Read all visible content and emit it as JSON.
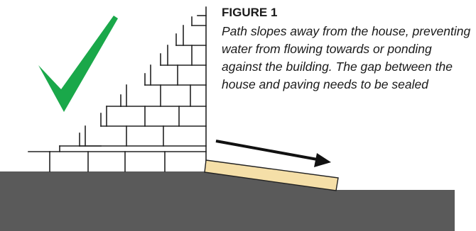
{
  "figure": {
    "title": "FIGURE 1",
    "caption": "Path slopes away from the house, preventing water from flowing towards or ponding against the building. The gap between the house and paving needs to be sealed"
  },
  "colors": {
    "ground": "#5a5a5a",
    "paving": "#f5dfa8",
    "check_mark": "#1aa84a",
    "brick_line": "#222222",
    "arrow": "#111111"
  },
  "icons": {
    "check": "check-mark-icon",
    "arrow": "slope-direction-arrow"
  }
}
